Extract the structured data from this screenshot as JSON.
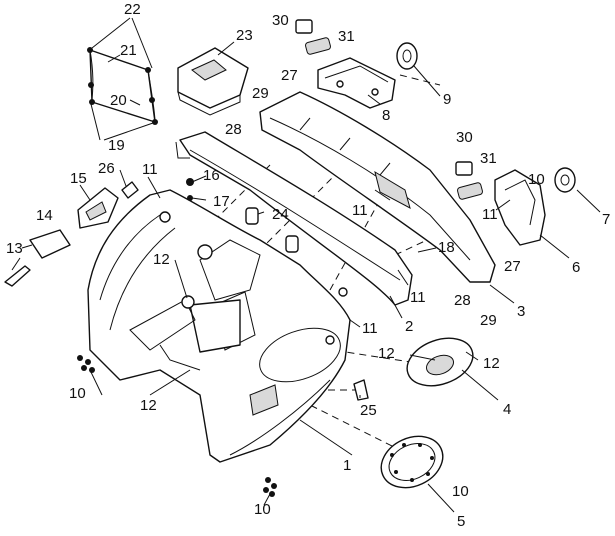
{
  "callouts": {
    "c1": "1",
    "c2": "2",
    "c3": "3",
    "c4": "4",
    "c5": "5",
    "c6": "6",
    "c7": "7",
    "c8": "8",
    "c9": "9",
    "c10a": "10",
    "c10b": "10",
    "c10c": "10",
    "c10d": "10",
    "c11a": "11",
    "c11b": "11",
    "c11c": "11",
    "c11d": "11",
    "c11e": "11",
    "c12a": "12",
    "c12b": "12",
    "c12c": "12",
    "c12d": "12",
    "c13": "13",
    "c14": "14",
    "c15": "15",
    "c16": "16",
    "c17": "17",
    "c18": "18",
    "c19": "19",
    "c20": "20",
    "c21": "21",
    "c22": "22",
    "c23": "23",
    "c24": "24",
    "c25": "25",
    "c26": "26",
    "c27a": "27",
    "c27b": "27",
    "c28a": "28",
    "c28b": "28",
    "c29a": "29",
    "c29b": "29",
    "c30a": "30",
    "c30b": "30",
    "c31a": "31",
    "c31b": "31"
  }
}
